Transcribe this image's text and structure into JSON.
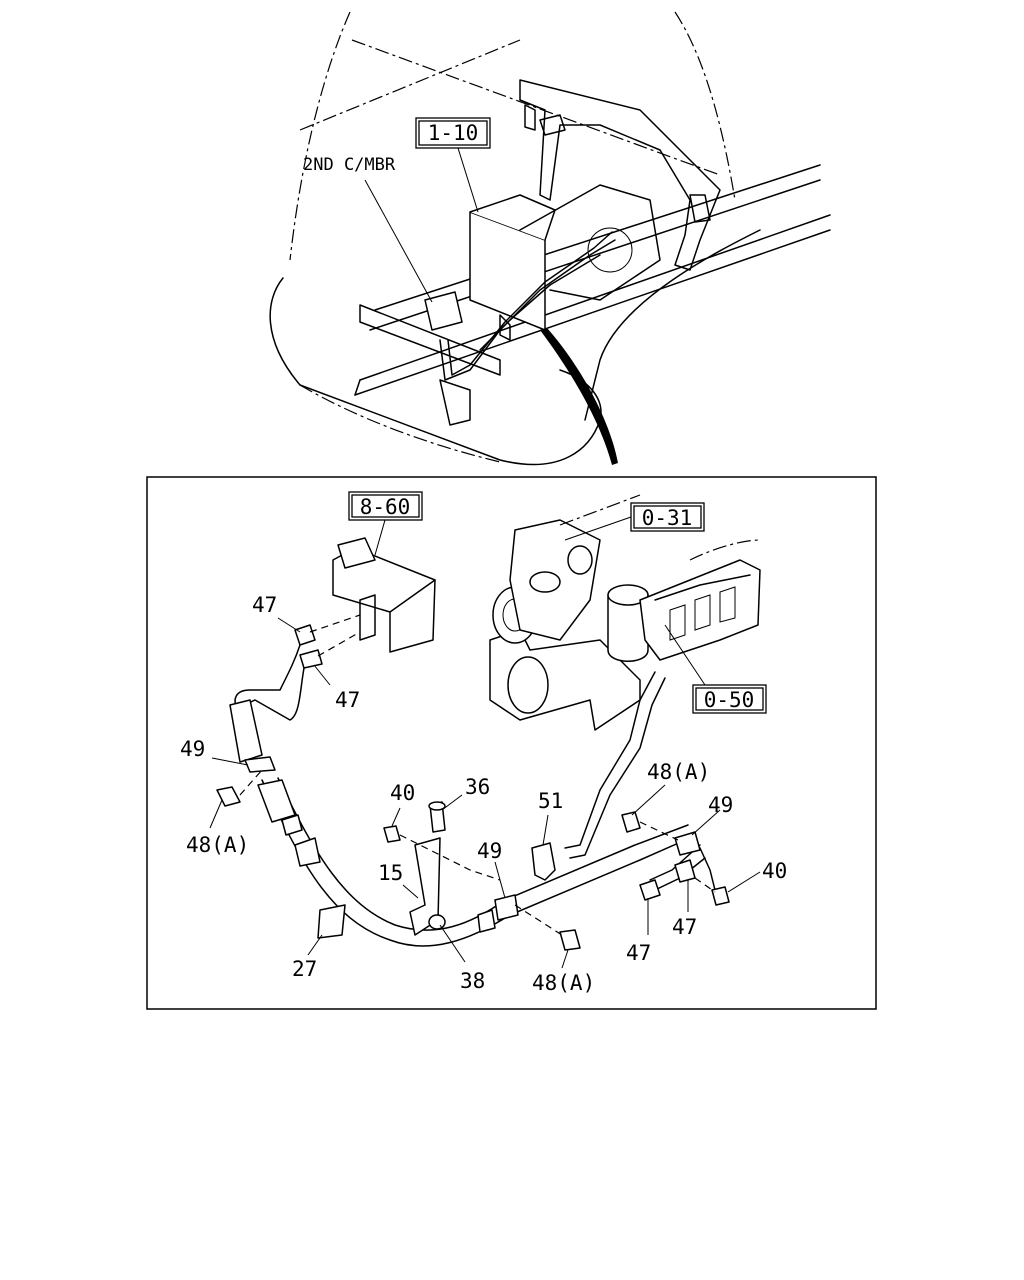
{
  "overview": {
    "ref_box": "1-10",
    "member_label": "2ND C/MBR"
  },
  "detail": {
    "ref_boxes": [
      "8-60",
      "0-31",
      "0-50"
    ],
    "callouts": {
      "c47_a": "47",
      "c47_b": "47",
      "c49_left": "49",
      "c48a_left": "48(A)",
      "c40_left": "40",
      "c36": "36",
      "c51": "51",
      "c49_mid": "49",
      "c15": "15",
      "c27": "27",
      "c38": "38",
      "c48a_bottom": "48(A)",
      "c48a_right": "48(A)",
      "c49_right": "49",
      "c40_right": "40",
      "c47_right_a": "47",
      "c47_right_b": "47"
    }
  }
}
